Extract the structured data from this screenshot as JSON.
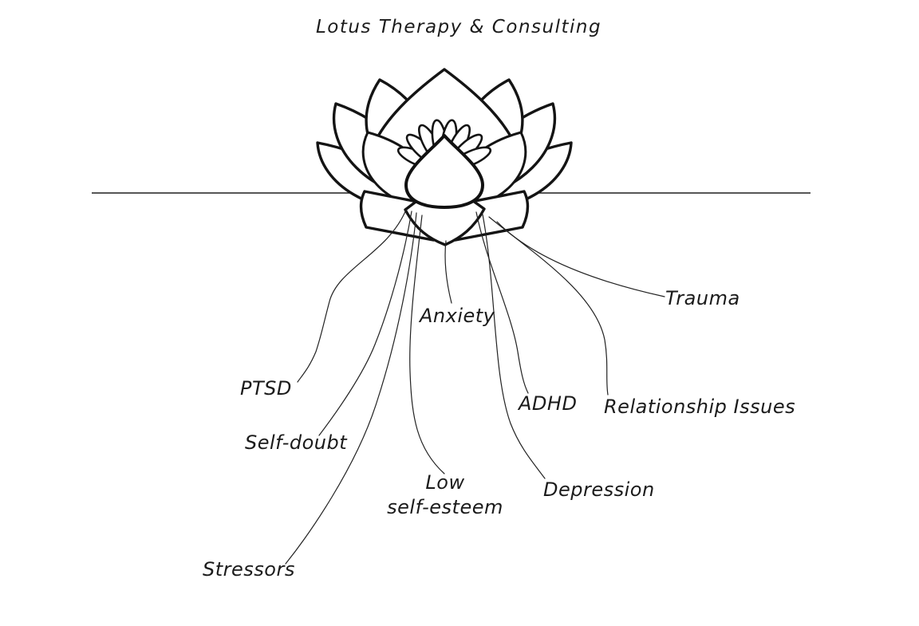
{
  "title": "Lotus Therapy & Consulting",
  "labels": {
    "anxiety": "Anxiety",
    "ptsd": "PTSD",
    "self_doubt": "Self-doubt",
    "low_self_esteem_line1": "Low",
    "low_self_esteem_line2": "self-esteem",
    "stressors": "Stressors",
    "adhd": "ADHD",
    "depression": "Depression",
    "relationship_issues": "Relationship Issues",
    "trauma": "Trauma"
  },
  "colors": {
    "ink": "#1b1b1b",
    "background": "#ffffff"
  }
}
